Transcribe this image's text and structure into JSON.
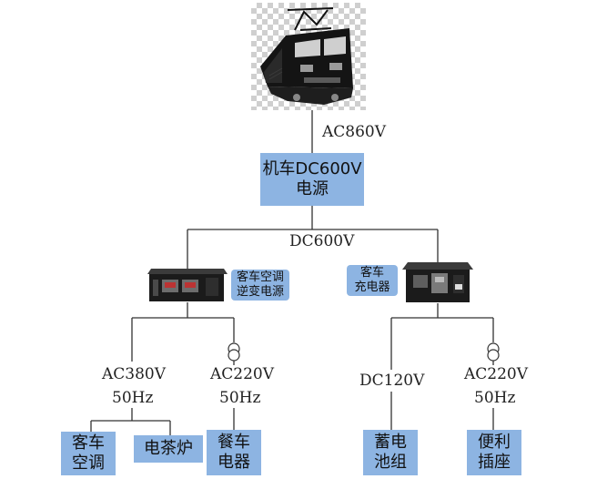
{
  "power_source": {
    "voltage": "AC860V",
    "label": "机车DC600V\n电源"
  },
  "bus": {
    "label": "DC600V"
  },
  "inverter": {
    "label": "客车空调\n逆变电源"
  },
  "charger": {
    "label": "客车\n充电器"
  },
  "branches": {
    "ac380": {
      "voltage": "AC380V",
      "freq": "50Hz"
    },
    "ac220_left": {
      "voltage": "AC220V",
      "freq": "50Hz"
    },
    "dc120": {
      "voltage": "DC120V"
    },
    "ac220_right": {
      "voltage": "AC220V",
      "freq": "50Hz"
    }
  },
  "loads": {
    "aircon": "客车\n空调",
    "tea_boiler": "电茶炉",
    "dining": "餐车\n电器",
    "battery": "蓄电\n池组",
    "socket": "便利\n插座"
  },
  "colors": {
    "box_fill": "#8db4e2",
    "line": "#333333"
  }
}
